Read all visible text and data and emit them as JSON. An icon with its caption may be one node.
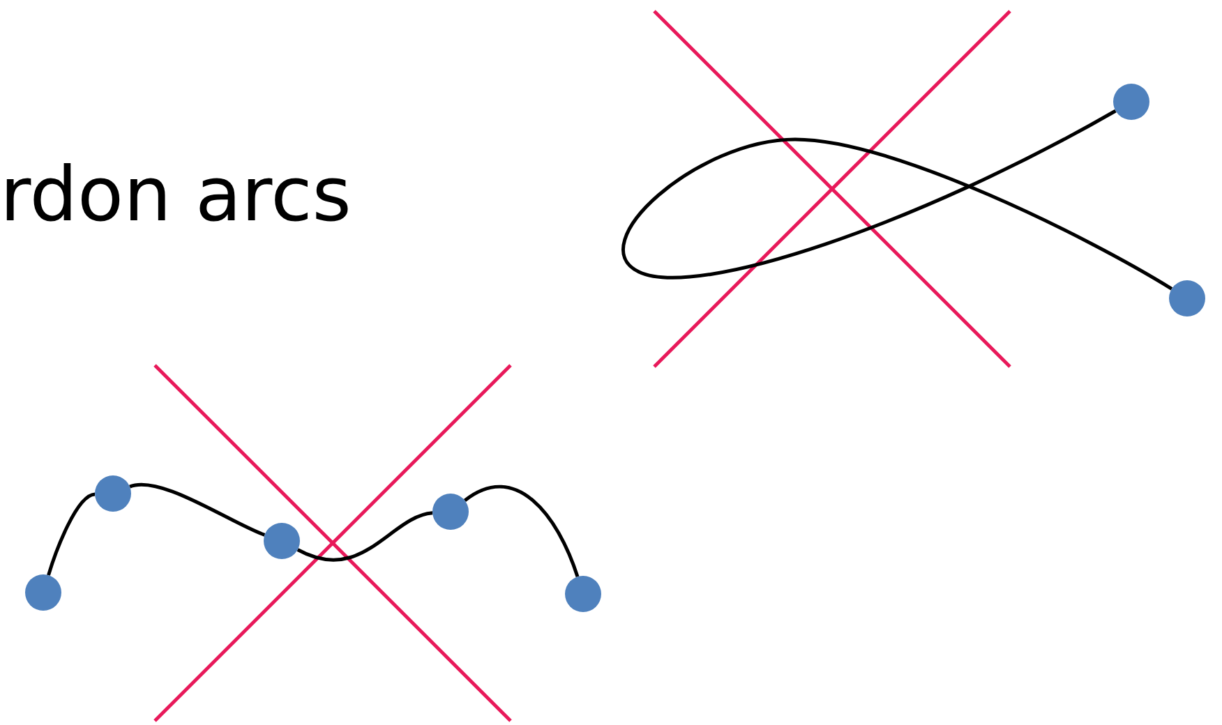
{
  "diagram": {
    "title": "rdon arcs",
    "nodes": [
      {
        "text": [],
        "shape": "circle"
      },
      {
        "text": [],
        "shape": "circle"
      },
      {
        "text": [],
        "shape": "circle"
      },
      {
        "text": [],
        "shape": "circle"
      },
      {
        "text": [],
        "shape": "circle"
      },
      {
        "text": [],
        "shape": "circle"
      },
      {
        "text": [],
        "shape": "circle"
      }
    ],
    "edges": [
      {
        "from": 0,
        "to": 1,
        "arrow": "none"
      },
      {
        "from": 2,
        "to": 3,
        "arrow": "none"
      },
      {
        "from": 3,
        "to": 4,
        "arrow": "none"
      },
      {
        "from": 4,
        "to": 5,
        "arrow": "none"
      },
      {
        "from": 5,
        "to": 6,
        "arrow": "none"
      }
    ]
  }
}
